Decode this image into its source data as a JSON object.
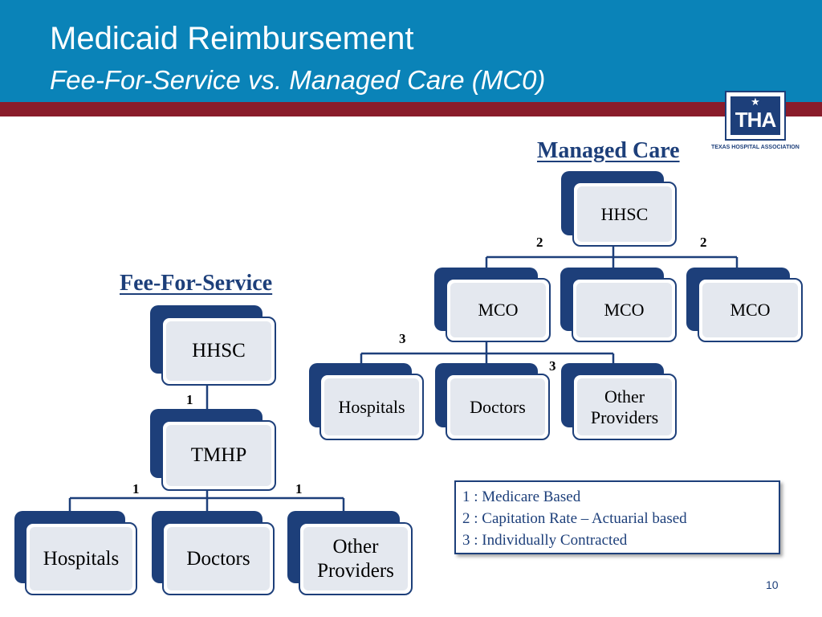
{
  "slide": {
    "title": "Medicaid Reimbursement",
    "subtitle": "Fee-For-Service vs. Managed Care (MC0)",
    "page_number": "10"
  },
  "logo": {
    "text": "THA",
    "star": "★",
    "caption": "TEXAS HOSPITAL ASSOCIATION"
  },
  "colors": {
    "header": "#0a83b8",
    "stripe": "#8a1c2b",
    "navy": "#1d3f7a",
    "box_fill": "#e4e8ef"
  },
  "fee_for_service": {
    "title": "Fee-For-Service",
    "top": "HHSC",
    "middle": "TMHP",
    "children": [
      "Hospitals",
      "Doctors",
      "Other Providers"
    ],
    "edge_labels": [
      "1",
      "1",
      "1"
    ]
  },
  "managed_care": {
    "title": "Managed Care",
    "top": "HHSC",
    "mcos": [
      "MCO",
      "MCO",
      "MCO"
    ],
    "children": [
      "Hospitals",
      "Doctors",
      "Other Providers"
    ],
    "edge_labels": [
      "2",
      "2",
      "3",
      "3"
    ]
  },
  "legend": [
    "1 : Medicare Based",
    "2 : Capitation Rate – Actuarial based",
    "3 : Individually Contracted"
  ]
}
